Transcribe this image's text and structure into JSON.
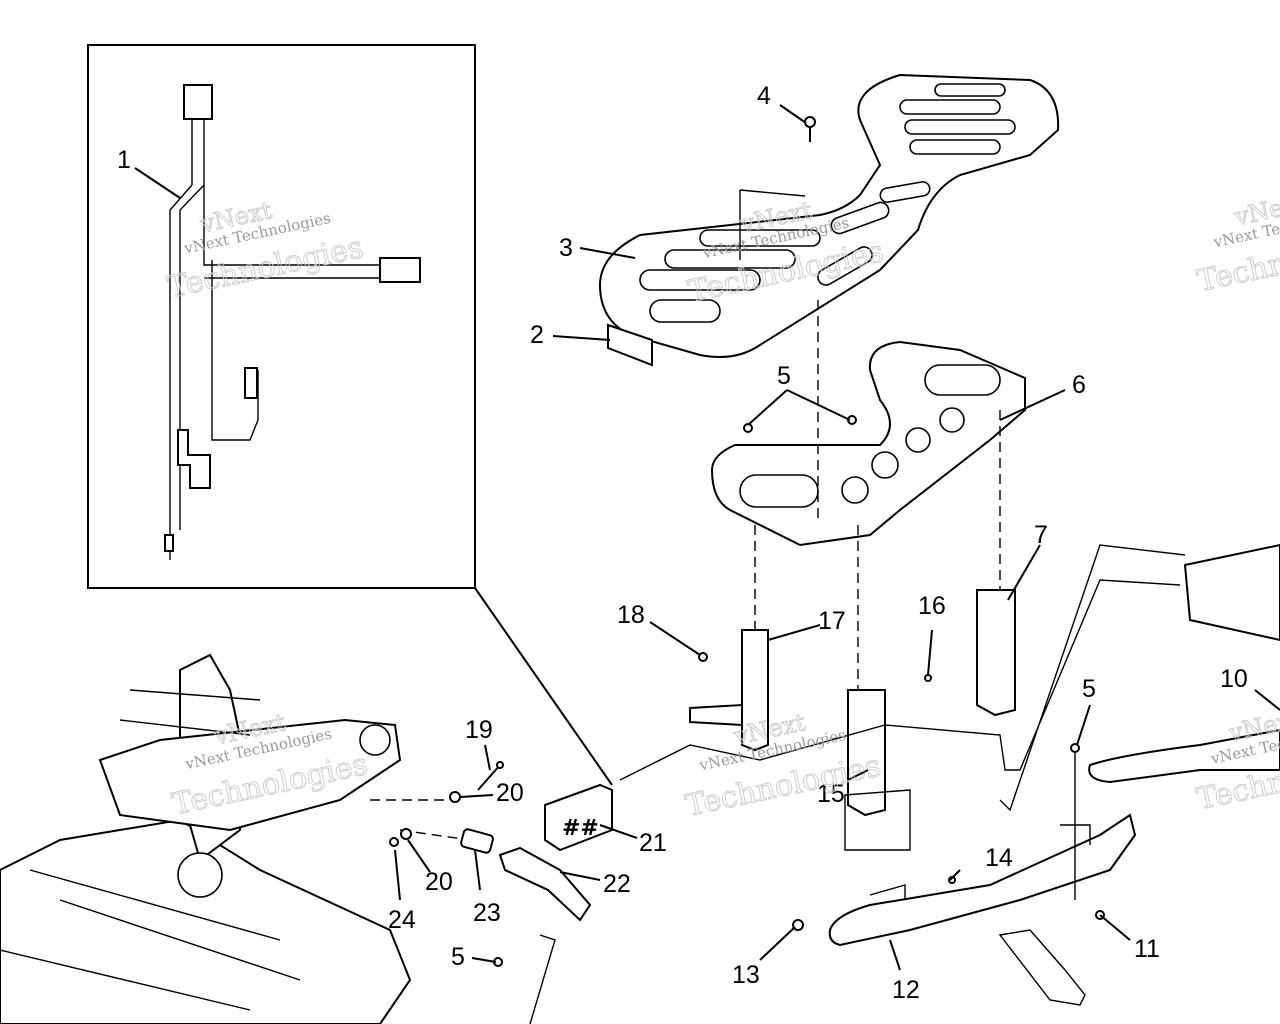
{
  "watermark": {
    "brand": "vNext",
    "company": "vNext Technologies",
    "word": "Technologies"
  },
  "callouts": [
    {
      "id": "c1",
      "label": "1"
    },
    {
      "id": "c2",
      "label": "2"
    },
    {
      "id": "c3",
      "label": "3"
    },
    {
      "id": "c4",
      "label": "4"
    },
    {
      "id": "c5a",
      "label": "5"
    },
    {
      "id": "c6",
      "label": "6"
    },
    {
      "id": "c7",
      "label": "7"
    },
    {
      "id": "c5b",
      "label": "5"
    },
    {
      "id": "c10",
      "label": "10"
    },
    {
      "id": "c11",
      "label": "11"
    },
    {
      "id": "c12",
      "label": "12"
    },
    {
      "id": "c13",
      "label": "13"
    },
    {
      "id": "c14",
      "label": "14"
    },
    {
      "id": "c15",
      "label": "15"
    },
    {
      "id": "c16",
      "label": "16"
    },
    {
      "id": "c17",
      "label": "17"
    },
    {
      "id": "c18",
      "label": "18"
    },
    {
      "id": "c19",
      "label": "19"
    },
    {
      "id": "c20a",
      "label": "20"
    },
    {
      "id": "c20b",
      "label": "20"
    },
    {
      "id": "c21",
      "label": "21"
    },
    {
      "id": "c22",
      "label": "22"
    },
    {
      "id": "c23",
      "label": "23"
    },
    {
      "id": "c24",
      "label": "24"
    },
    {
      "id": "c5c",
      "label": "5"
    }
  ]
}
